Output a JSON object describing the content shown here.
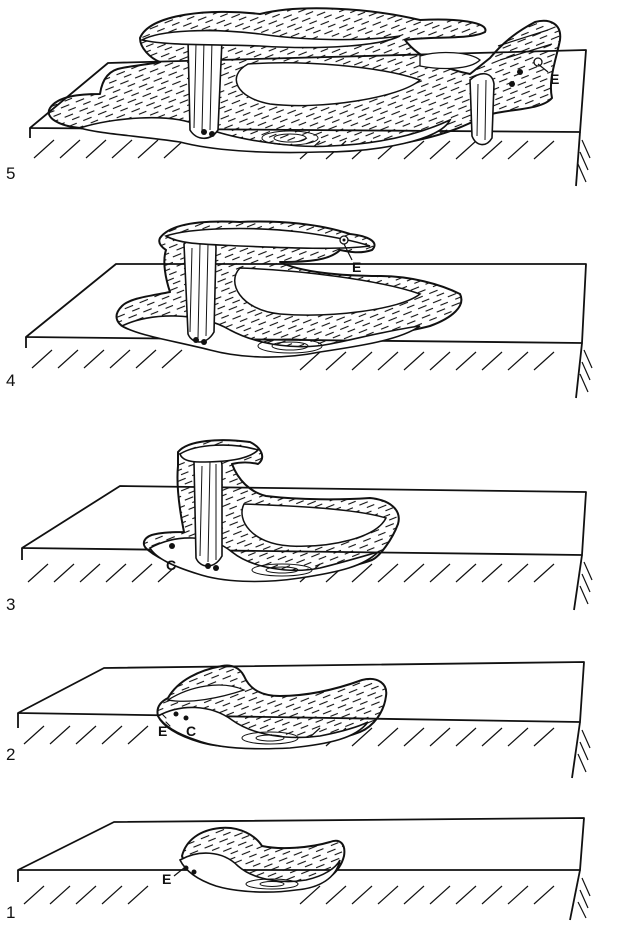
{
  "figure": {
    "stages": [
      {
        "number": "5",
        "callouts": [
          "E"
        ]
      },
      {
        "number": "4",
        "callouts": [
          "E"
        ]
      },
      {
        "number": "3",
        "callouts": [
          "C"
        ]
      },
      {
        "number": "2",
        "callouts": [
          "E",
          "C"
        ]
      },
      {
        "number": "1",
        "callouts": [
          "E"
        ]
      }
    ]
  }
}
